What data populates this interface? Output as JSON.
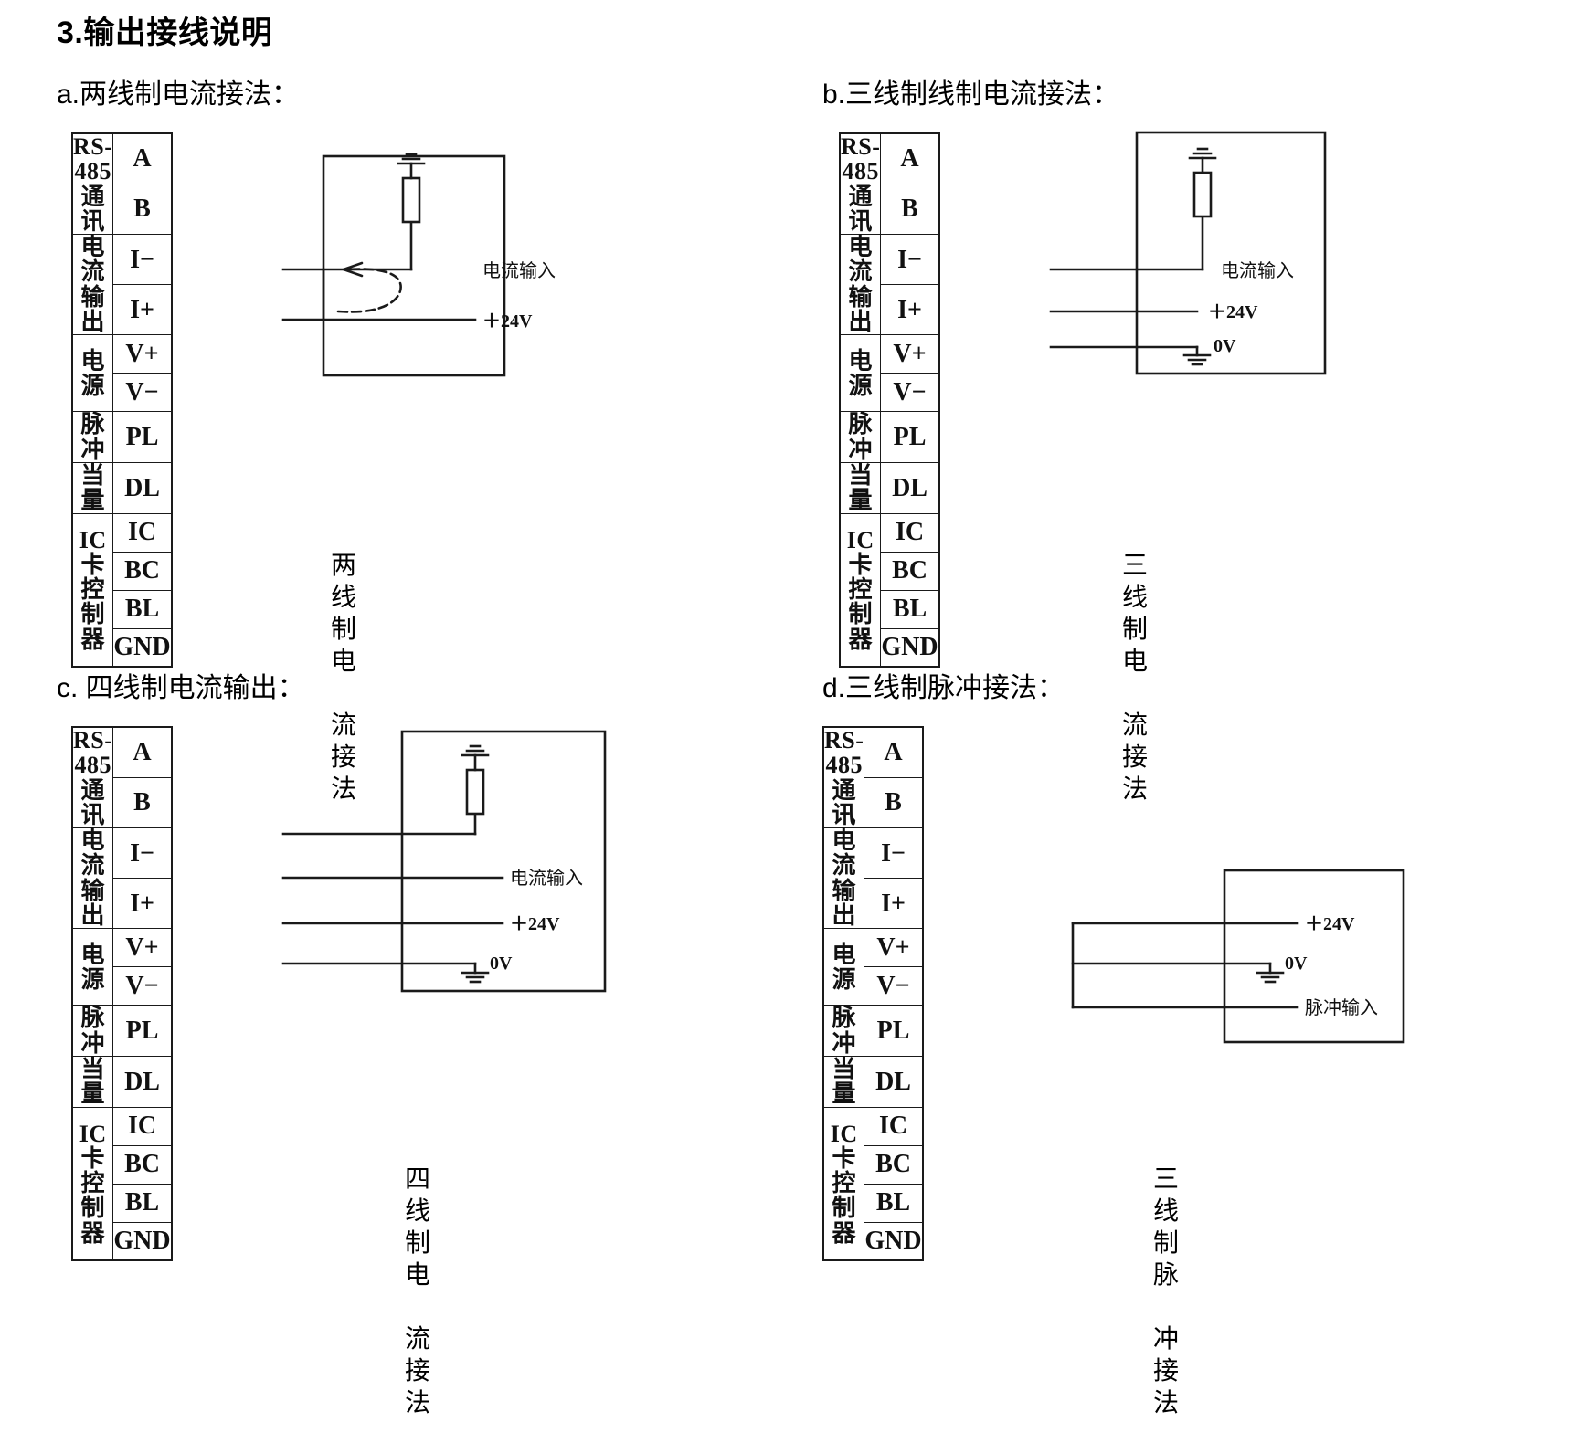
{
  "document": {
    "title": "3.输出接线说明"
  },
  "sections": [
    {
      "id": "a",
      "heading": "a.两线制电流接法：",
      "caption_line1": "两线制电",
      "caption_line2": "流接法",
      "circuit_labels": {
        "current_input": "电流输入",
        "supply_24v": "＋24V"
      }
    },
    {
      "id": "b",
      "heading": "b.三线制线制电流接法：",
      "caption_line1": "三线制电",
      "caption_line2": "流接法",
      "circuit_labels": {
        "current_input": "电流输入",
        "supply_24v": "＋24V",
        "ground_0v": "0V"
      }
    },
    {
      "id": "c",
      "heading": "c. 四线制电流输出：",
      "caption_line1": "四线制电",
      "caption_line2": "流接法",
      "circuit_labels": {
        "current_input": "电流输入",
        "supply_24v": "＋24V",
        "ground_0v": "0V"
      }
    },
    {
      "id": "d",
      "heading": "d.三线制脉冲接法：",
      "caption_line1": "三线制脉",
      "caption_line2": "冲接法",
      "circuit_labels": {
        "supply_24v": "＋24V",
        "ground_0v": "0V",
        "pulse_input": "脉冲输入"
      }
    }
  ],
  "terminal_table": {
    "groups": [
      {
        "label_lines": [
          "RS-485",
          "通讯"
        ],
        "pins": [
          "A",
          "B"
        ]
      },
      {
        "label_lines": [
          "电流",
          "输出"
        ],
        "pins": [
          "I−",
          "I+"
        ]
      },
      {
        "label_lines": [
          "电源"
        ],
        "pins": [
          "V+",
          "V−"
        ]
      },
      {
        "label_lines": [
          "脉冲"
        ],
        "pins": [
          "PL"
        ]
      },
      {
        "label_lines": [
          "当量"
        ],
        "pins": [
          "DL"
        ]
      },
      {
        "label_lines": [
          "IC卡",
          "控制器"
        ],
        "pins": [
          "IC",
          "BC",
          "BL",
          "GND"
        ]
      }
    ]
  },
  "colors": {
    "ink": "#111111",
    "line": "#1a1a1a",
    "background": "#ffffff"
  }
}
